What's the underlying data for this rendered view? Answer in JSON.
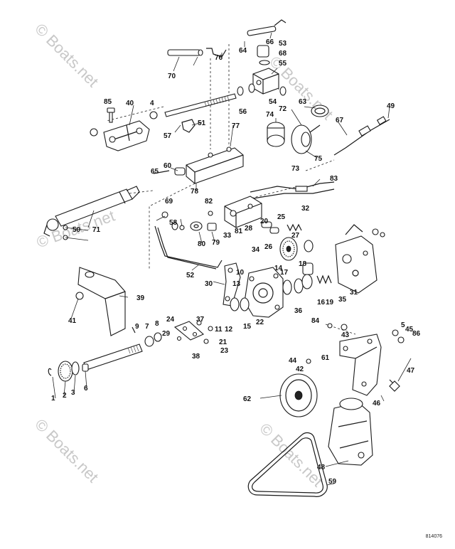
{
  "diagram": {
    "figure_code": "814076",
    "watermark": "© Boats.net",
    "callouts": [
      "1",
      "2",
      "3",
      "4",
      "5",
      "6",
      "7",
      "8",
      "9",
      "10",
      "11",
      "12",
      "13",
      "14",
      "15",
      "16",
      "17",
      "18",
      "19",
      "20",
      "21",
      "22",
      "23",
      "24",
      "25",
      "26",
      "27",
      "28",
      "29",
      "30",
      "31",
      "32",
      "33",
      "34",
      "35",
      "36",
      "37",
      "38",
      "39",
      "40",
      "41",
      "42",
      "43",
      "44",
      "45",
      "46",
      "47",
      "48",
      "49",
      "50",
      "51",
      "52",
      "53",
      "54",
      "55",
      "56",
      "57",
      "58",
      "59",
      "60",
      "61",
      "62",
      "63",
      "64",
      "65",
      "66",
      "67",
      "68",
      "69",
      "70",
      "71",
      "72",
      "73",
      "74",
      "75",
      "76",
      "77",
      "78",
      "79",
      "80",
      "81",
      "82",
      "83",
      "84",
      "85",
      "86"
    ]
  }
}
